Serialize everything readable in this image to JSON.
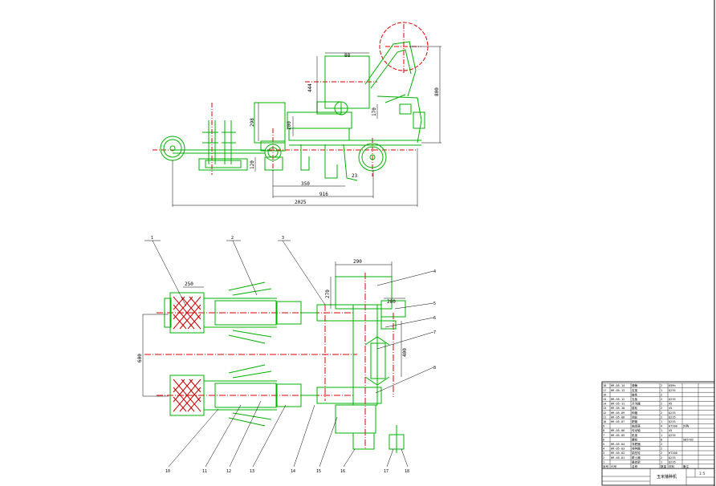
{
  "side_view": {
    "dims": {
      "top_width": "88",
      "v444": "444",
      "v800": "800",
      "v298": "298",
      "v200": "200",
      "v170": "170",
      "v120": "120",
      "h350": "350",
      "h916": "916",
      "total": "2025",
      "angle": "23"
    }
  },
  "plan_view": {
    "dims": {
      "w290": "290",
      "w280": "280",
      "w270": "270",
      "w250": "250",
      "spacing": "600",
      "v400": "400"
    },
    "callouts_top": [
      "1",
      "2",
      "3"
    ],
    "callouts_right": [
      "4",
      "5",
      "6",
      "7",
      "8"
    ],
    "callouts_bottom": [
      "10",
      "11",
      "12",
      "13",
      "14",
      "15",
      "16",
      "17",
      "18"
    ]
  },
  "title_block": {
    "header": [
      "序号",
      "代号",
      "名称",
      "数量",
      "材料",
      "备注"
    ],
    "drawing_name": "玉米播种机",
    "scale": "1:5",
    "rows": [
      [
        "18",
        "HR-05-14",
        "弹簧",
        "2",
        "65Mn",
        ""
      ],
      [
        "17",
        "HR-05-13",
        "支架",
        "1",
        "Q235",
        ""
      ],
      [
        "16",
        "",
        "链条",
        "2",
        "",
        ""
      ],
      [
        "15",
        "HR-05-12",
        "支板",
        "2",
        "Q235",
        ""
      ],
      [
        "14",
        "HR-05-11",
        "开沟器",
        "2",
        "45",
        ""
      ],
      [
        "13",
        "HR-05-10",
        "链轮",
        "2",
        "45",
        ""
      ],
      [
        "12",
        "HR-05-09",
        "种箱",
        "2",
        "Q235",
        ""
      ],
      [
        "11",
        "HR-05-08",
        "地轮",
        "2",
        "Q235",
        ""
      ],
      [
        "10",
        "HR-05-07",
        "肥箱",
        "1",
        "Q235",
        ""
      ],
      [
        "9",
        "",
        "轴承座",
        "4",
        "HT200",
        "外购"
      ],
      [
        "8",
        "HR-05-06",
        "传动轴",
        "1",
        "45",
        ""
      ],
      [
        "7",
        "HR-05-05",
        "机架",
        "1",
        "Q235",
        ""
      ],
      [
        "6",
        "",
        "螺栓",
        "8",
        "",
        "GB5782"
      ],
      [
        "5",
        "HR-05-04",
        "排肥器",
        "2",
        "",
        ""
      ],
      [
        "4",
        "HR-05-03",
        "排种器",
        "2",
        "",
        ""
      ],
      [
        "3",
        "HR-05-02",
        "镇压轮",
        "2",
        "HT200",
        ""
      ],
      [
        "2",
        "HR-05-01",
        "覆土器",
        "2",
        "Q235",
        ""
      ],
      [
        "1",
        "",
        "悬挂架",
        "1",
        "Q235",
        ""
      ]
    ]
  }
}
